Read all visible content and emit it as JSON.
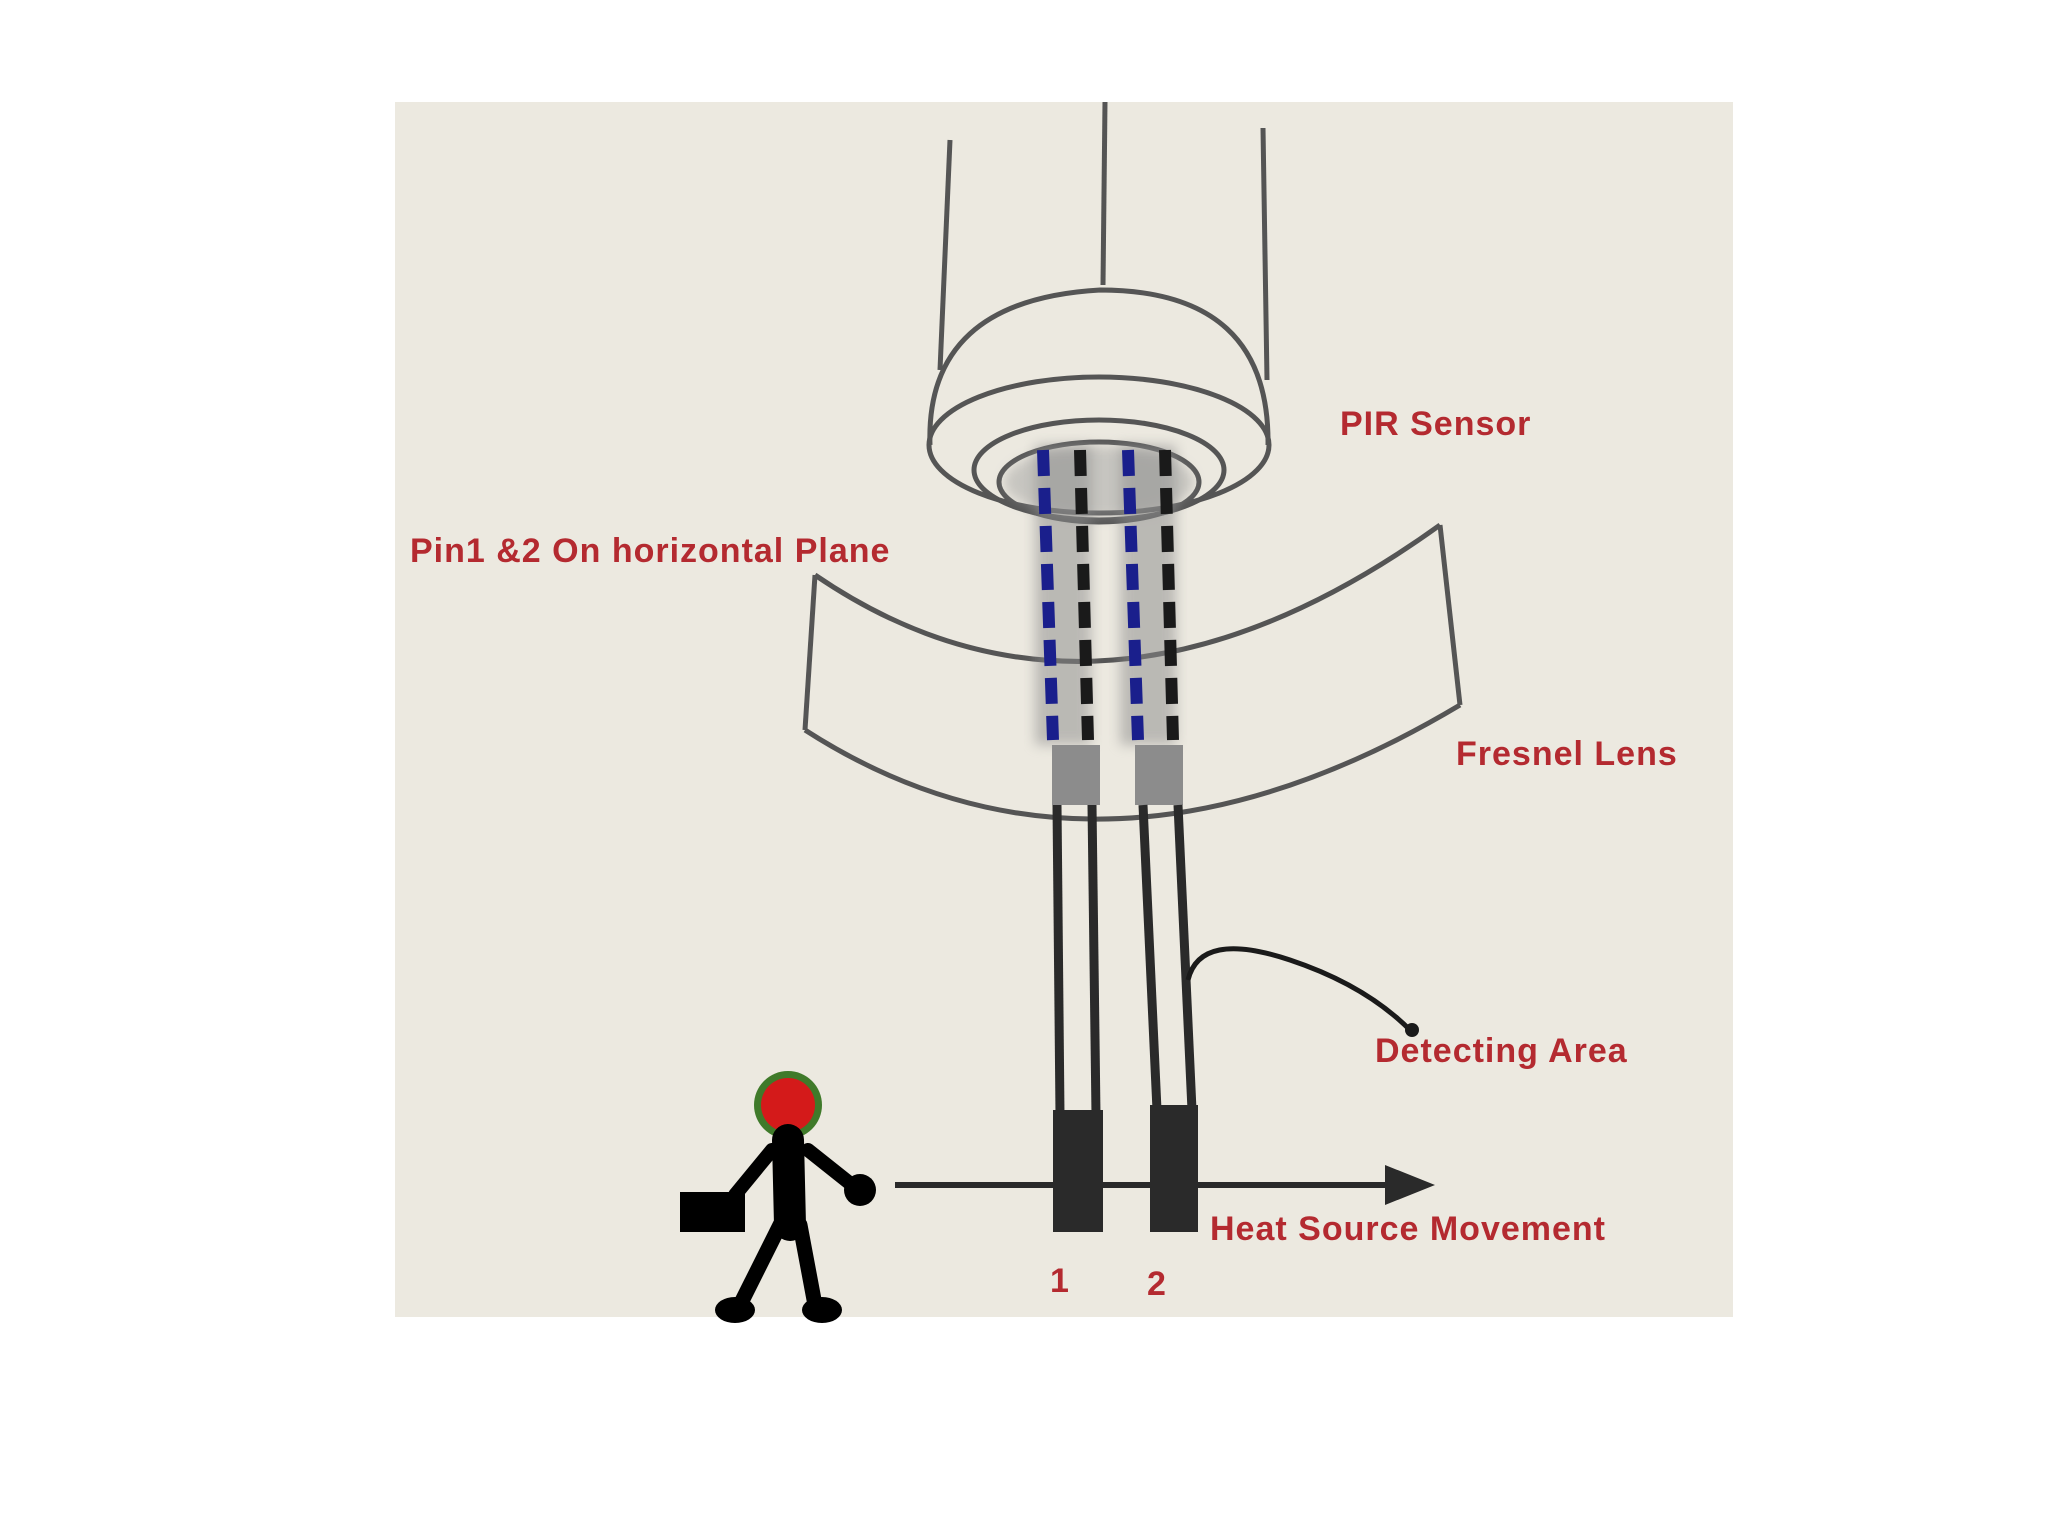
{
  "labels": {
    "pir_sensor": "PIR Sensor",
    "pins_plane": "Pin1 &2 On  horizontal Plane",
    "fresnel_lens": "Fresnel Lens",
    "detecting_area": "Detecting Area",
    "heat_source": "Heat Source Movement",
    "pin1": "1",
    "pin2": "2"
  },
  "colors": {
    "panel_background": "#ece9e0",
    "label_red": "#b42a30",
    "outline_gray": "#555555",
    "dash_blue": "#1a1f8c",
    "dash_black": "#1a1a1a",
    "head_red": "#d41a1a",
    "head_green": "#3f7a2a"
  },
  "icons": {
    "person": "walking-person-with-briefcase-icon",
    "arrow": "right-arrow-icon"
  }
}
